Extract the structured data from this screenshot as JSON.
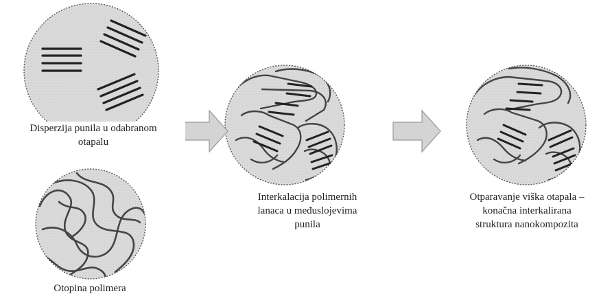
{
  "captions": {
    "dispersion": {
      "line1": "Disperzija punila u odabranom",
      "line2": "otapalu"
    },
    "polymer": {
      "line1": "Otopina polimera"
    },
    "intercalation": {
      "line1": "Interkalacija polimernih",
      "line2": "lanaca u međuslojevima",
      "line3": "punila"
    },
    "final": {
      "line1": "Otparavanje viška otapala –",
      "line2": "konačna interkalirana",
      "line3": "struktura nanokompozita"
    }
  },
  "colors": {
    "circle_fill": "#d9d9d9",
    "circle_border": "#555555",
    "platelet": "#222222",
    "chain": "#444444",
    "arrow_fill": "#d4d4d4",
    "arrow_border": "#999999"
  },
  "icons": {
    "arrow": "right-block-arrow"
  }
}
